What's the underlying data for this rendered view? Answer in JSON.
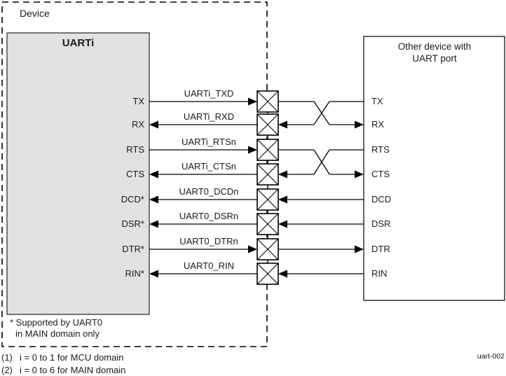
{
  "device": {
    "label": "Device"
  },
  "uarti": {
    "title": "UARTi"
  },
  "other_device": {
    "title_line1": "Other device with",
    "title_line2": "UART port"
  },
  "rows": [
    {
      "left_pin": "TX",
      "signal": "UARTi_TXD",
      "right_pin": "TX",
      "direction": "output",
      "crossover": true
    },
    {
      "left_pin": "RX",
      "signal": "UARTi_RXD",
      "right_pin": "RX",
      "direction": "input",
      "crossover": true
    },
    {
      "left_pin": "RTS",
      "signal": "UARTi_RTSn",
      "right_pin": "RTS",
      "direction": "output",
      "crossover": true
    },
    {
      "left_pin": "CTS",
      "signal": "UARTi_CTSn",
      "right_pin": "CTS",
      "direction": "input",
      "crossover": true
    },
    {
      "left_pin": "DCD*",
      "signal": "UART0_DCDn",
      "right_pin": "DCD",
      "direction": "input",
      "crossover": false
    },
    {
      "left_pin": "DSR*",
      "signal": "UART0_DSRn",
      "right_pin": "DSR",
      "direction": "input",
      "crossover": false
    },
    {
      "left_pin": "DTR*",
      "signal": "UART0_DTRn",
      "right_pin": "DTR",
      "direction": "output",
      "crossover": false
    },
    {
      "left_pin": "RIN*",
      "signal": "UART0_RIN",
      "right_pin": "RIN",
      "direction": "input",
      "crossover": false
    }
  ],
  "footnote": {
    "line1": "* Supported by UART0",
    "line2": "in MAIN domain only"
  },
  "notes": [
    {
      "label": "(1)",
      "text": "i = 0 to 1 for MCU domain"
    },
    {
      "label": "(2)",
      "text": "i = 0 to 6 for MAIN domain"
    }
  ],
  "figure_id": "uart-002",
  "colors": {
    "background": "#ffffff",
    "uarti_fill": "#e1e1e1",
    "line": "#000000"
  }
}
